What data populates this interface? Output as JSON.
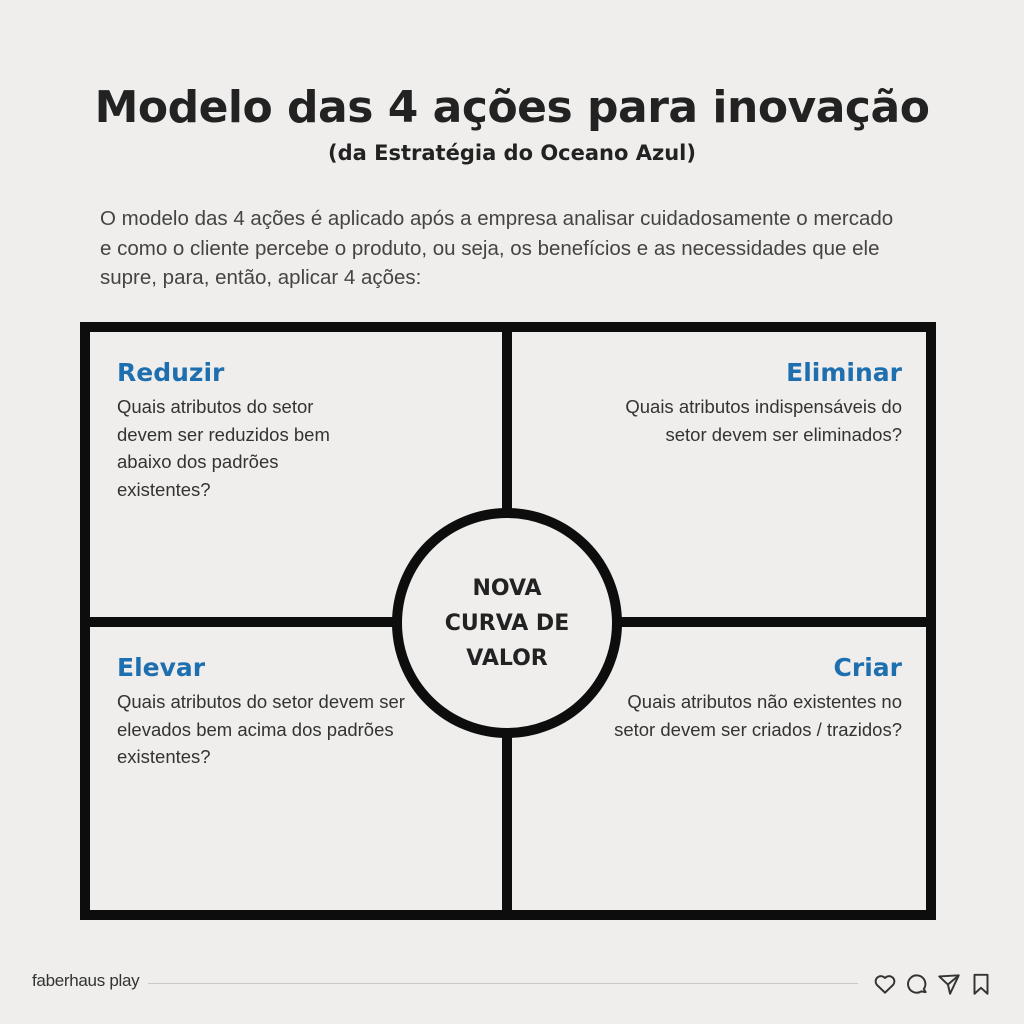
{
  "header": {
    "title": "Modelo das 4 ações para inovação",
    "subtitle": "(da Estratégia do Oceano Azul)"
  },
  "intro": "O modelo das 4 ações é aplicado após a empresa analisar cuidadosamente o mercado e como o cliente percebe o produto, ou seja, os benefícios e as necessidades que ele supre, para, então, aplicar 4 ações:",
  "quadrants": [
    {
      "title": "Reduzir",
      "text": "Quais atributos do setor devem ser reduzidos bem abaixo dos padrões existentes?"
    },
    {
      "title": "Eliminar",
      "text": "Quais atributos indispensáveis do setor devem ser eliminados?"
    },
    {
      "title": "Elevar",
      "text": "Quais atributos do setor devem ser elevados bem acima dos padrões existentes?"
    },
    {
      "title": "Criar",
      "text": "Quais atributos não existentes no setor devem ser criados / trazidos?"
    }
  ],
  "center": {
    "label": "NOVA CURVA DE VALOR"
  },
  "footer": {
    "brand": "faberhaus play",
    "icons": [
      "heart-icon",
      "comment-icon",
      "share-icon",
      "bookmark-icon"
    ]
  },
  "colors": {
    "accent": "#1e6fb0",
    "background": "#efeeec",
    "lines": "#0d0d0d"
  }
}
